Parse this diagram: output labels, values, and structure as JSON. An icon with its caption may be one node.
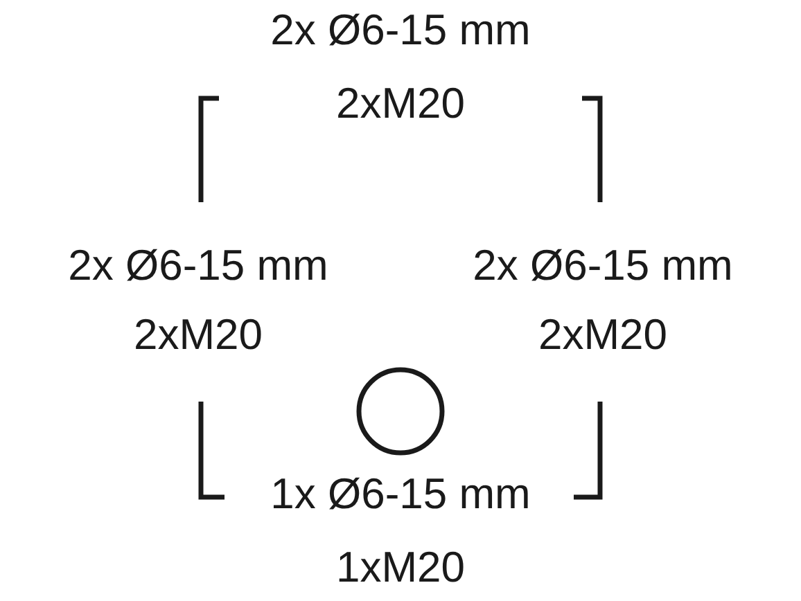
{
  "diagram": {
    "labels": [
      "2x Ø6-15 mm",
      "2xM20",
      "2x Ø6-15 mm",
      "2x Ø6-15 mm",
      "2xM20",
      "2xM20",
      "1x Ø6-15 mm",
      "1xM20"
    ]
  }
}
